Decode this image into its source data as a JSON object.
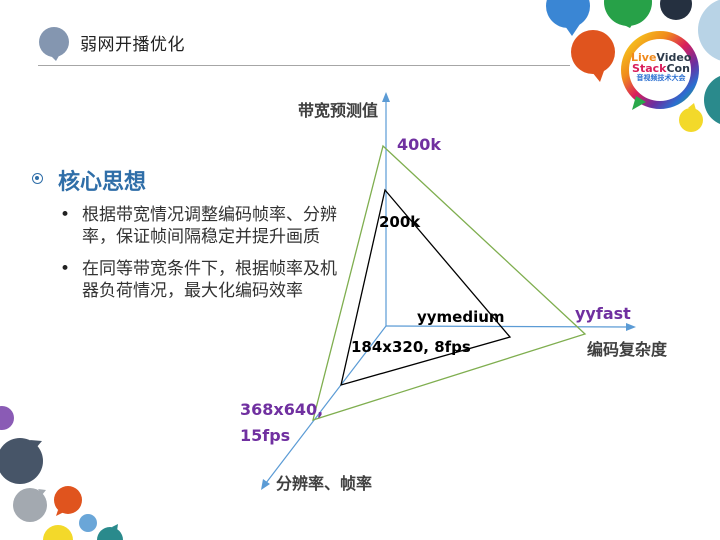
{
  "header": {
    "title": "弱网开播优化"
  },
  "logo": {
    "line1_a": "Live",
    "line1_b": "Video",
    "line2_a": "Stack",
    "line2_b": "Con",
    "line3": "音视频技术大会"
  },
  "content": {
    "heading": "核心思想",
    "bullets": [
      "根据带宽情况调整编码帧率、分辨率，保证帧间隔稳定并提升画质",
      "在同等带宽条件下，根据帧率及机器负荷情况，最大化编码效率"
    ]
  },
  "diagram": {
    "axes": {
      "bandwidth": "带宽预测值",
      "complexity": "编码复杂度",
      "resolution_fps": "分辨率、帧率"
    },
    "outer_triangle": {
      "bandwidth": "400k",
      "complexity": "yyfast",
      "resolution_line1": "368x640,",
      "resolution_line2": "15fps",
      "color": "#7fae4f"
    },
    "inner_triangle": {
      "bandwidth": "200k",
      "complexity": "yymedium",
      "resolution": "184x320, 8fps",
      "color": "#000000"
    },
    "axis_color": "#5b9bd5",
    "outer_label_color": "#7030a0"
  },
  "colors": {
    "heading": "#2f6ea8",
    "title_bubble": "#8496b0"
  }
}
